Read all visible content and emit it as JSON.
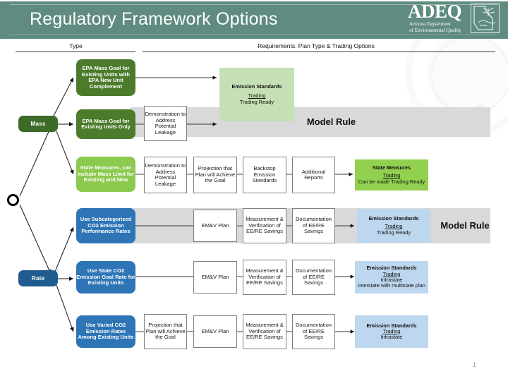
{
  "header": {
    "title": "Regulatory Framework Options",
    "logo_word": "ADEQ",
    "logo_sub": "Arizona Department\nof Environmental Quality",
    "band_color": "#5f8b80"
  },
  "columns": [
    {
      "label": "Type"
    },
    {
      "label": "Requirements, Plan Type & Trading Options"
    }
  ],
  "type_nodes": [
    {
      "label": "Mass",
      "color": "#3c6b2a"
    },
    {
      "label": "Rate",
      "color": "#1f5b8f"
    }
  ],
  "rows": [
    {
      "id": "row-epa-mass-goal-new-unit",
      "option": "EPA Mass Goal for Existing Units with EPA New Unit Complement",
      "option_color": "#4b7b2b",
      "steps": [],
      "outcome": {
        "title": "Emission Standards",
        "lines": [
          "Trading",
          "Trading Ready"
        ],
        "color": "#c5e0b4"
      },
      "plan_type": "Model Rule"
    },
    {
      "id": "row-epa-mass-goal-existing-only",
      "option": "EPA Mass Goal for Existing Units Only",
      "option_color": "#4b7b2b",
      "steps": [
        "Demonstration to Address Potential Leakage"
      ],
      "outcome": {
        "title": "Emission Standards",
        "lines": [
          "Trading",
          "Trading Ready"
        ],
        "color": "#c5e0b4"
      },
      "plan_type": "Model Rule"
    },
    {
      "id": "row-state-measures",
      "option": "State Measures, can include Mass Limit for Existing and New",
      "option_color": "#8bc94f",
      "steps": [
        "Demonstration to Address Potential Leakage",
        "Projection that Plan will Achieve the Goal",
        "Backstop Emission Standards",
        "Additional Reports"
      ],
      "outcome": {
        "title": "State Measures",
        "lines": [
          "Trading",
          "Can be made Trading Ready"
        ],
        "color": "#92d050"
      },
      "plan_type": ""
    },
    {
      "id": "row-subcategorized-co2-rates",
      "option": "Use Subcategorized CO2 Emission Performance Rates",
      "option_color": "#2e75b6",
      "steps": [
        "EM&V Plan",
        "Measurement & Verification of EE/RE Savings",
        "Documentation of EE/RE Savings"
      ],
      "outcome": {
        "title": "Emission Standards",
        "lines": [
          "Trading",
          "Trading Ready"
        ],
        "color": "#bdd7ee"
      },
      "plan_type": "Model Rule"
    },
    {
      "id": "row-state-co2-goal-rate",
      "option": "Use State CO2 Emission Goal Rate for Existing Units",
      "option_color": "#2e75b6",
      "steps": [
        "EM&V Plan",
        "Measurement & Verification of EE/RE Savings",
        "Documentation of EE/RE Savings"
      ],
      "outcome": {
        "title": "Emission Standards",
        "lines": [
          "Trading",
          "Intrastate",
          "Interstate with multistate plan"
        ],
        "color": "#bdd7ee"
      },
      "plan_type": ""
    },
    {
      "id": "row-varied-co2-rates",
      "option": "Use Varied CO2 Emission Rates Among Existing Units",
      "option_color": "#2e75b6",
      "steps": [
        "Projection that Plan will Achieve the Goal",
        "EM&V Plan",
        "Measurement & Verification of EE/RE Savings",
        "Documentation of EE/RE Savings"
      ],
      "outcome": {
        "title": "Emission Standards",
        "lines": [
          "Trading",
          "Intrastate"
        ],
        "color": "#bdd7ee"
      },
      "plan_type": ""
    }
  ],
  "footer": {
    "page_number": "1"
  }
}
